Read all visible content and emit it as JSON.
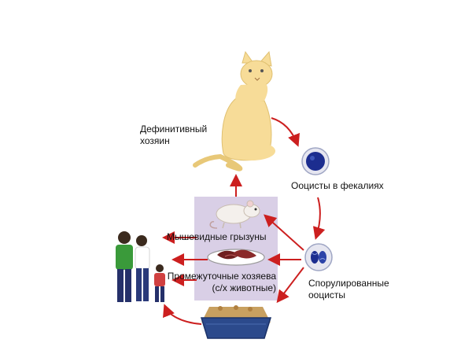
{
  "labels": {
    "definitive_host_line1": "Дефинитивный",
    "definitive_host_line2": "хозяин",
    "oocysts_feces": "Ооцисты в фекалиях",
    "sporulated_line1": "Спорулированные",
    "sporulated_line2": "ооцисты",
    "rodents": "Мышевидные грызуны",
    "intermediate_line1": "Промежуточные хозяева",
    "intermediate_line2": "(с/х животные)"
  },
  "colors": {
    "arrow": "#cc1f1f",
    "cat": "#f7dc98",
    "oocyst": "#1c2d8f",
    "panel": "#d9cfe6"
  }
}
